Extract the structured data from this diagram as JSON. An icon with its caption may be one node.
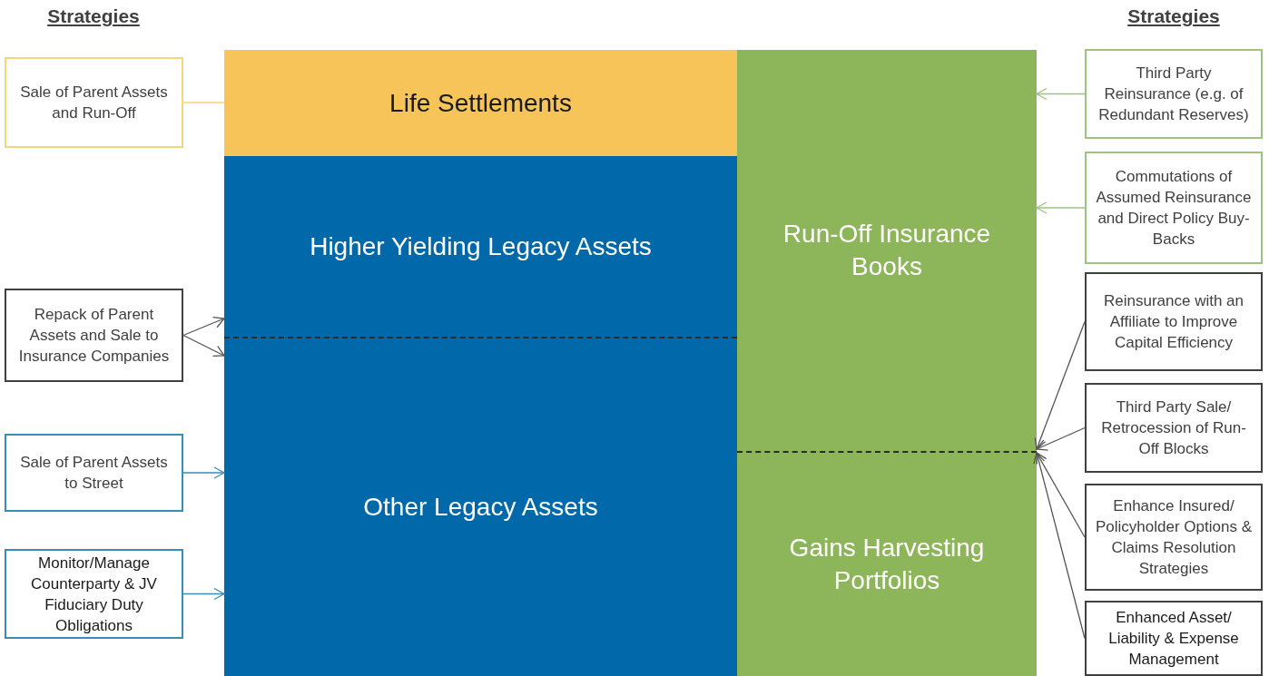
{
  "diagram": {
    "nodes": [
      {
        "text": [
          "Sale of Parent Assets and Run-Off"
        ]
      },
      {
        "text": [
          "Repack of Parent Assets and Sale to Insurance Companies"
        ]
      },
      {
        "text": [
          "Sale of Parent Assets to Street"
        ]
      },
      {
        "text": [
          "Monitor/Manage Counterparty & JV Fiduciary Duty Obligations"
        ]
      },
      {
        "text": [
          "Life Settlements"
        ]
      },
      {
        "text": [
          "Higher Yielding Legacy Assets"
        ]
      },
      {
        "text": [
          "Other Legacy Assets"
        ]
      },
      {
        "text": [
          "Run-Off Insurance Books"
        ]
      },
      {
        "text": [
          "Gains Harvesting Portfolios"
        ]
      },
      {
        "text": [
          "Third Party Reinsurance (e.g. of Redundant Reserves)"
        ]
      },
      {
        "text": [
          "Commutations of Assumed Reinsurance and Direct Policy Buy-Backs"
        ]
      },
      {
        "text": [
          "Reinsurance with an Affiliate to Improve Capital Efficiency"
        ]
      },
      {
        "text": [
          "Third Party Sale/ Retrocession of Run-Off Blocks"
        ]
      },
      {
        "text": [
          "Enhance Insured/ Policyholder Options & Claims Resolution Strategies"
        ]
      },
      {
        "text": [
          "Enhanced Asset/ Liability & Expense Management"
        ]
      }
    ],
    "edges": [
      {
        "from": 0,
        "to": 4,
        "arrow": "none",
        "color": "#f5d67a"
      },
      {
        "from": 1,
        "to": 5,
        "arrow": "to"
      },
      {
        "from": 1,
        "to": 6,
        "arrow": "to"
      },
      {
        "from": 2,
        "to": 6,
        "arrow": "to",
        "color": "#3b8bb8"
      },
      {
        "from": 3,
        "to": 6,
        "arrow": "to",
        "color": "#3b8bb8"
      },
      {
        "from": 9,
        "to": 7,
        "arrow": "to",
        "color": "#9cc47e"
      },
      {
        "from": 10,
        "to": 7,
        "arrow": "to",
        "color": "#9cc47e"
      },
      {
        "from": 11,
        "to": 7,
        "arrow": "to"
      },
      {
        "from": 12,
        "to": 7,
        "arrow": "to"
      },
      {
        "from": 13,
        "to": 8,
        "arrow": "to"
      },
      {
        "from": 14,
        "to": 8,
        "arrow": "to"
      }
    ],
    "labels": [
      "Strategies",
      "Strategies"
    ]
  }
}
